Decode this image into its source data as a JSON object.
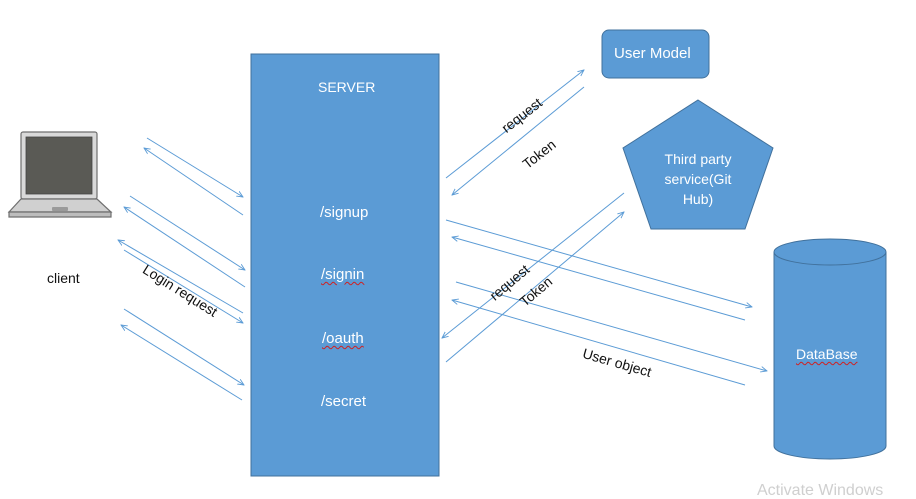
{
  "diagram": {
    "client_label": "client",
    "server": {
      "title": "SERVER",
      "routes": [
        "/signup",
        "/signin",
        "/oauth",
        "/secret"
      ]
    },
    "user_model_label": "User Model",
    "third_party_label": "Third party service(Git Hub)",
    "database_label": "DataBase",
    "edge_labels": {
      "login_request": "Login request",
      "request_user_model": "request",
      "token_user_model": "Token",
      "request_third_party": "request",
      "token_third_party": "Token",
      "user_object": "User object"
    },
    "watermark": "Activate Windows"
  },
  "colors": {
    "box_fill": "#5b9bd5",
    "box_stroke": "#41719c",
    "arrow": "#5b9bd5",
    "label_on_box": "#ffffff",
    "label_text": "#111111"
  },
  "icons": {
    "client_device": "laptop-icon"
  }
}
